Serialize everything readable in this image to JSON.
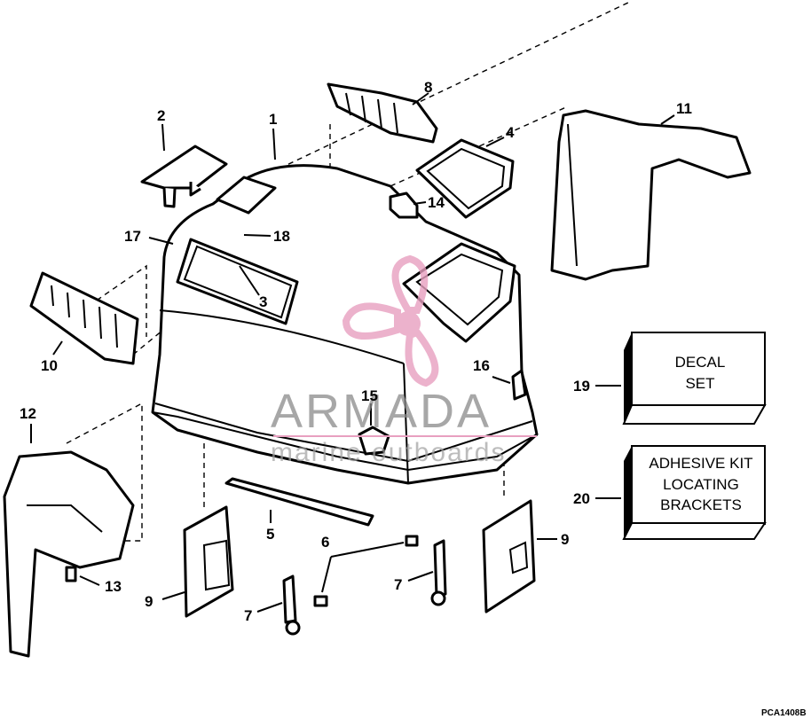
{
  "callouts": {
    "c1": "1",
    "c2": "2",
    "c3": "3",
    "c4": "4",
    "c5": "5",
    "c6": "6",
    "c7a": "7",
    "c7b": "7",
    "c8": "8",
    "c9a": "9",
    "c9b": "9",
    "c10": "10",
    "c11": "11",
    "c12": "12",
    "c13": "13",
    "c14": "14",
    "c15": "15",
    "c16": "16",
    "c17": "17",
    "c18": "18",
    "c19": "19",
    "c20": "20"
  },
  "boxes": {
    "decal": [
      "DECAL",
      "SET"
    ],
    "adhesive": [
      "ADHESIVE KIT",
      "LOCATING",
      "BRACKETS"
    ]
  },
  "watermark": {
    "brand": "ARMADA",
    "tagline": "marine outboards",
    "color": "#e8a0c0"
  },
  "footer": {
    "code": "PCA1408B"
  }
}
